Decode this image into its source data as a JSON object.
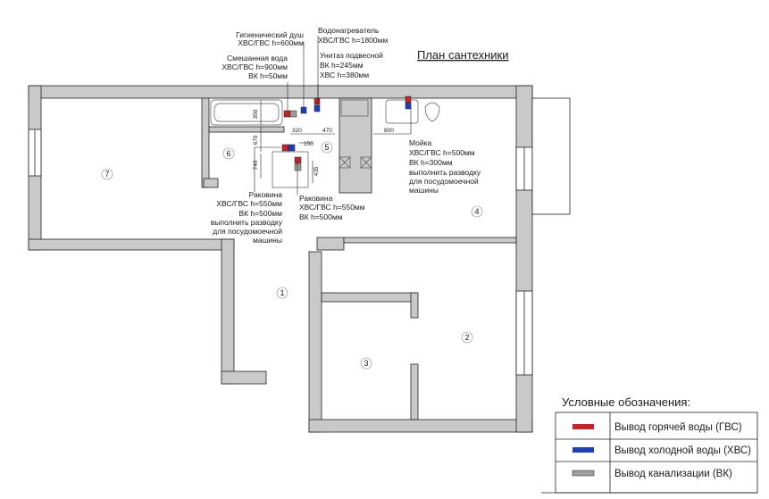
{
  "title": "План сантехники",
  "rooms": [
    "1",
    "2",
    "3",
    "4",
    "5",
    "6",
    "7"
  ],
  "notes": {
    "shower": [
      "Гигиенический душ",
      "ХВС/ГВС h=600мм"
    ],
    "heater": [
      "Водонагреватель",
      "ХВС/ГВС h=1800мм"
    ],
    "mixer": [
      "Смешанная вода",
      "ХВС/ГВС h=900мм",
      "ВК h=50мм"
    ],
    "toilet": [
      "Унитаз подвесной",
      "ВК h=245мм",
      "ХВС h=380мм"
    ],
    "sink_kitchen": [
      "Мойка",
      "ХВС/ГВС h=500мм",
      "ВК h=300мм",
      "выполнить разводку",
      "для посудомоечной",
      "машины"
    ],
    "sink_a": [
      "Раковина",
      "ХВС/ГВС h=550мм",
      "ВК h=500мм",
      "выполнить разводку",
      "для посудомоечной",
      "машины"
    ],
    "sink_b": [
      "Раковина",
      "ХВС/ГВС h=550мм",
      "ВК h=500мм"
    ]
  },
  "dimensions": [
    "350",
    "670",
    "740",
    "320",
    "470",
    "150",
    "435",
    "800"
  ],
  "legend": {
    "title": "Условные обозначения:",
    "items": [
      {
        "label": "Вывод горячей воды (ГВС)",
        "color": "#c0262c"
      },
      {
        "label": "Вывод холодной воды (ХВС)",
        "color": "#1f3fb8"
      },
      {
        "label": "Вывод канализации (ВК)",
        "color": "#9e9e9e"
      }
    ]
  },
  "colors": {
    "wall": "#c9c9c9",
    "line": "#222222"
  }
}
